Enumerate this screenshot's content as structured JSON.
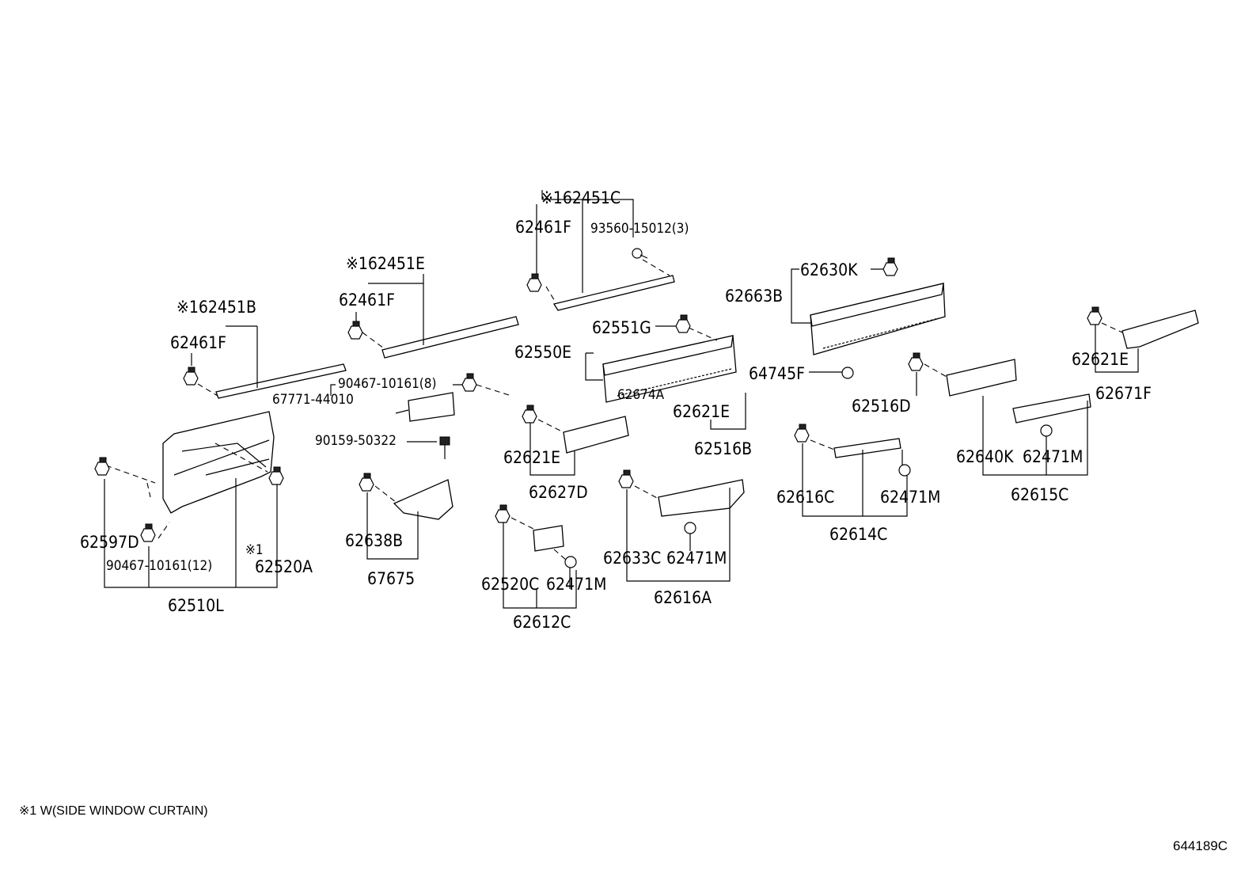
{
  "labels": {
    "p62451C": "※162451C",
    "p62461F_a": "62461F",
    "p93560": "93560-15012(3)",
    "p62451E": "※162451E",
    "p62461F_b": "62461F",
    "p62451B": "※162451B",
    "p62461F_c": "62461F",
    "p62630K": "62630K",
    "p62663B": "62663B",
    "p62551G": "62551G",
    "p62550E": "62550E",
    "p64745F": "64745F",
    "p62621E_r": "62621E",
    "p62671F": "62671F",
    "p90467_8": "90467-10161(8)",
    "p67771": "67771-44010",
    "p62674A": "62674A",
    "p62621E_m": "62621E",
    "p62516B": "62516B",
    "p62516D": "62516D",
    "p90159": "90159-50322",
    "p62621E_l": "62621E",
    "p62627D": "62627D",
    "p62616C": "62616C",
    "p62471M_a": "62471M",
    "p62614C": "62614C",
    "p62640K": "62640K",
    "p62471M_b": "62471M",
    "p62615C": "62615C",
    "p62597D": "62597D",
    "p62638B": "62638B",
    "p67675": "67675",
    "p90467_12": "90467-10161(12)",
    "p_x1": "※1",
    "p62520A": "62520A",
    "p62510L": "62510L",
    "p62520C": "62520C",
    "p62471M_c": "62471M",
    "p62612C": "62612C",
    "p62633C": "62633C",
    "p62471M_d": "62471M",
    "p62616A": "62616A"
  },
  "footnote": "※1 W(SIDE WINDOW CURTAIN)",
  "diagram_code": "644189C"
}
